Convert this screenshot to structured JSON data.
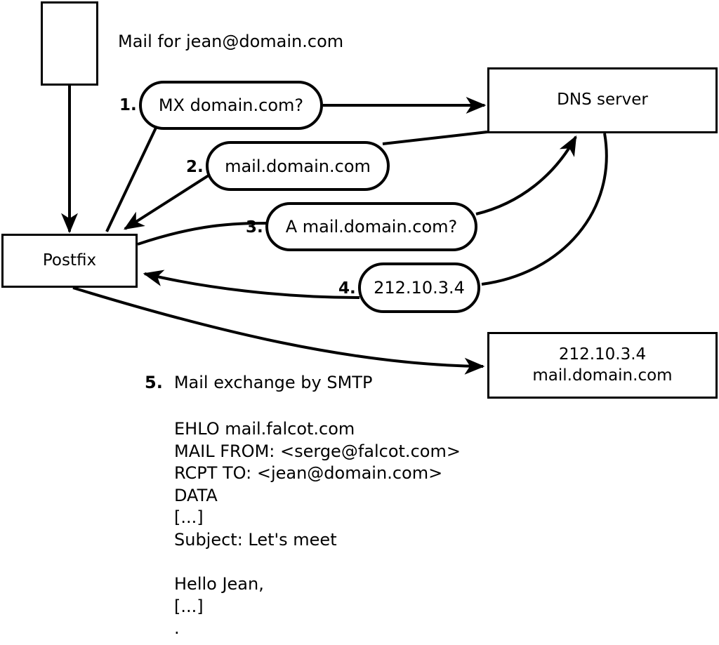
{
  "diagram": {
    "title_caption": "Mail for jean@domain.com",
    "nodes": {
      "sender_box": {
        "label": ""
      },
      "postfix": {
        "label": "Postfix"
      },
      "dns_server": {
        "label": "DNS server"
      },
      "destination": {
        "line1": "212.10.3.4",
        "line2": "mail.domain.com"
      }
    },
    "steps": [
      {
        "num": "1.",
        "label": "MX domain.com?"
      },
      {
        "num": "2.",
        "label": "mail.domain.com"
      },
      {
        "num": "3.",
        "label": "A mail.domain.com?"
      },
      {
        "num": "4.",
        "label": "212.10.3.4"
      }
    ],
    "step5": {
      "num": "5.",
      "label": "Mail exchange by SMTP"
    },
    "transcript": "EHLO mail.falcot.com\nMAIL FROM: <serge@falcot.com>\nRCPT TO: <jean@domain.com>\nDATA\n[...]\nSubject: Let's meet\n\nHello Jean,\n[...]\n.",
    "colors": {
      "stroke": "#000000",
      "fill": "#ffffff"
    }
  }
}
